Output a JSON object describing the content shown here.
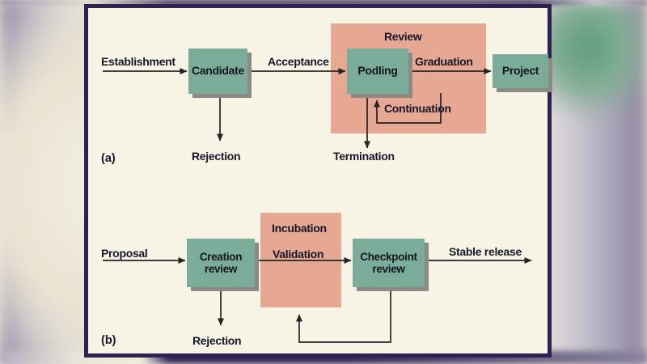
{
  "figure": {
    "background_color": "#f7f3e5",
    "border_color": "#2d2250",
    "node_color": "#7aac99",
    "region_color": "#e6a893",
    "text_color": "#17172a"
  },
  "diagram_a": {
    "caption": "(a)",
    "nodes": [
      {
        "id": "candidate",
        "label": "Candidate"
      },
      {
        "id": "podling",
        "label": "Podling"
      },
      {
        "id": "project",
        "label": "Project"
      }
    ],
    "region": {
      "id": "review",
      "label": "Review"
    },
    "edges": [
      {
        "id": "establishment",
        "label": "Establishment"
      },
      {
        "id": "acceptance",
        "label": "Acceptance"
      },
      {
        "id": "graduation",
        "label": "Graduation"
      },
      {
        "id": "continuation",
        "label": "Continuation"
      },
      {
        "id": "rejection",
        "label": "Rejection"
      },
      {
        "id": "termination",
        "label": "Termination"
      }
    ]
  },
  "diagram_b": {
    "caption": "(b)",
    "nodes": [
      {
        "id": "creation-review",
        "label_line1": "Creation",
        "label_line2": "review"
      },
      {
        "id": "checkpoint-review",
        "label_line1": "Checkpoint",
        "label_line2": "review"
      }
    ],
    "region": {
      "id": "incubation",
      "label_line1": "Incubation",
      "label_line2": "Validation"
    },
    "edges": [
      {
        "id": "proposal",
        "label": "Proposal"
      },
      {
        "id": "stable-release",
        "label": "Stable release"
      },
      {
        "id": "rejection",
        "label": "Rejection"
      }
    ]
  }
}
